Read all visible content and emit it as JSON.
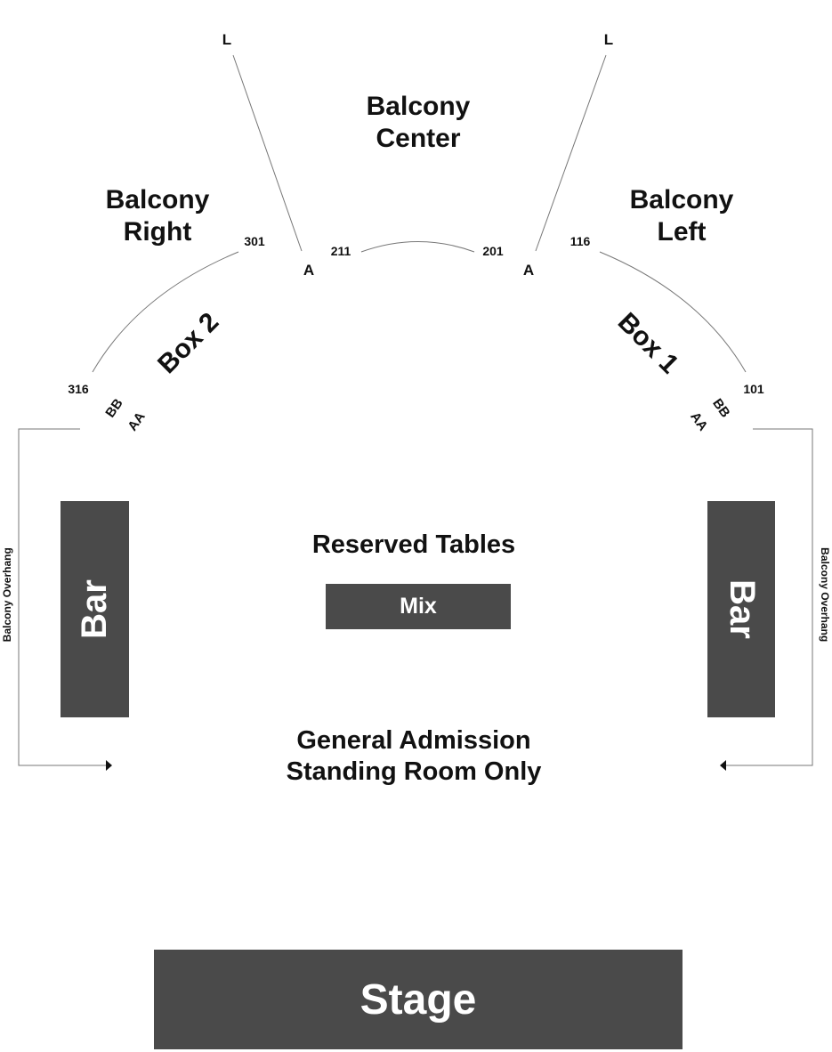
{
  "sections": {
    "balcony_center": [
      "Balcony",
      "Center"
    ],
    "balcony_right": [
      "Balcony",
      "Right"
    ],
    "balcony_left": [
      "Balcony",
      "Left"
    ],
    "box_2": "Box 2",
    "box_1": "Box 1",
    "reserved_tables": "Reserved Tables",
    "mix": "Mix",
    "general_admission": [
      "General Admission",
      "Standing Room Only"
    ],
    "stage": "Stage",
    "bar_left": "Bar",
    "bar_right": "Bar",
    "overhang_left": "Balcony Overhang",
    "overhang_right": "Balcony Overhang"
  },
  "seats": {
    "left_L": "L",
    "right_L": "L",
    "left_A": "A",
    "right_A": "A",
    "s211": "211",
    "s201": "201",
    "s301": "301",
    "s316": "316",
    "s116": "116",
    "s101": "101",
    "left_BB": "BB",
    "left_AA": "AA",
    "right_BB": "BB",
    "right_AA": "AA"
  },
  "colors": {
    "block_fill": "#4a4a4a",
    "line": "#666666"
  }
}
